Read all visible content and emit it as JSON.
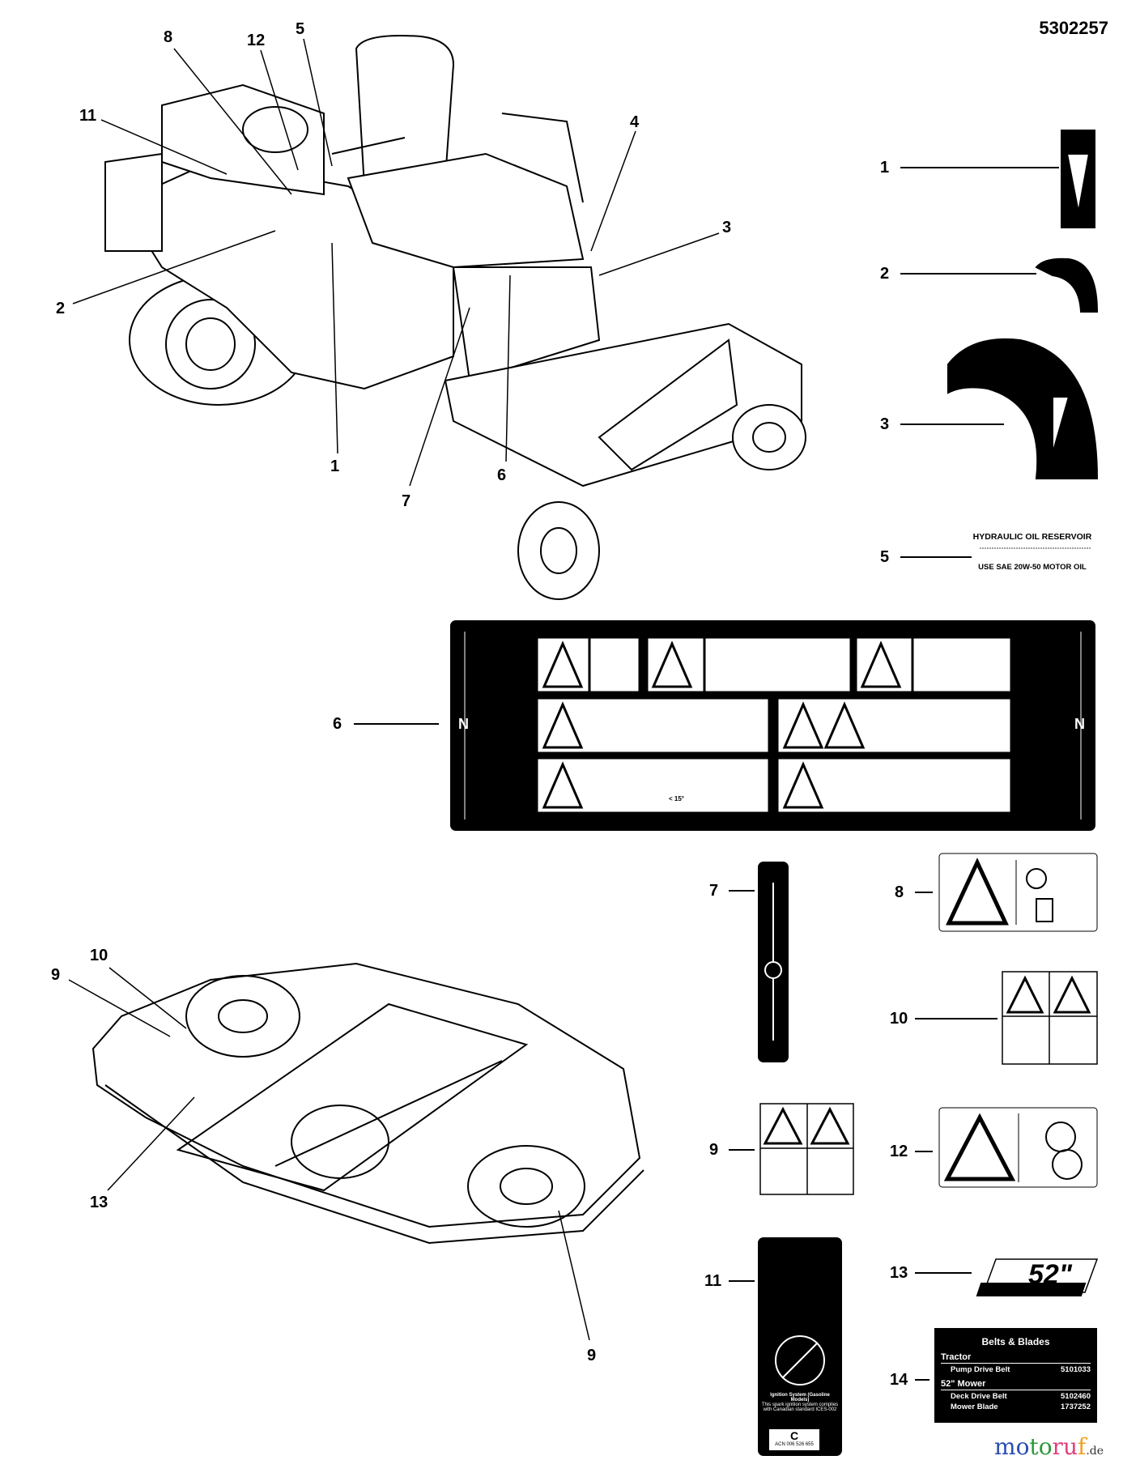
{
  "document_number": "5302257",
  "callouts_tractor": [
    "8",
    "12",
    "5",
    "11",
    "4",
    "3",
    "2",
    "1",
    "7",
    "6"
  ],
  "callouts_deck": [
    "10",
    "9",
    "13",
    "9"
  ],
  "decal_callouts": [
    "1",
    "2",
    "3",
    "5",
    "6",
    "7",
    "8",
    "10",
    "9",
    "12",
    "11",
    "13",
    "14"
  ],
  "decal_5": {
    "title": "HYDRAULIC OIL RESERVOIR",
    "text": "USE SAE 20W-50 MOTOR OIL"
  },
  "decal_6": {
    "letter": "N",
    "note": "< 15°"
  },
  "decal_11": {
    "title": "Ignition System (Gasoline Models)",
    "text": "This spark ignition system complies with Canadian standard ICES-002",
    "acn": "ACN 006 526 655"
  },
  "decal_13": {
    "text": "52\""
  },
  "decal_14": {
    "title": "Belts & Blades",
    "sections": [
      {
        "name": "Tractor",
        "rows": [
          {
            "part": "Pump Drive Belt",
            "number": "5101033"
          }
        ]
      },
      {
        "name": "52\" Mower",
        "rows": [
          {
            "part": "Deck Drive Belt",
            "number": "5102460"
          },
          {
            "part": "Mower Blade",
            "number": "1737252"
          }
        ]
      }
    ]
  },
  "watermark": {
    "name": "motoruf",
    "tld": ".de",
    "colors": [
      "#2a4db0",
      "#2a9a3a",
      "#e0407a",
      "#f0a020"
    ]
  }
}
